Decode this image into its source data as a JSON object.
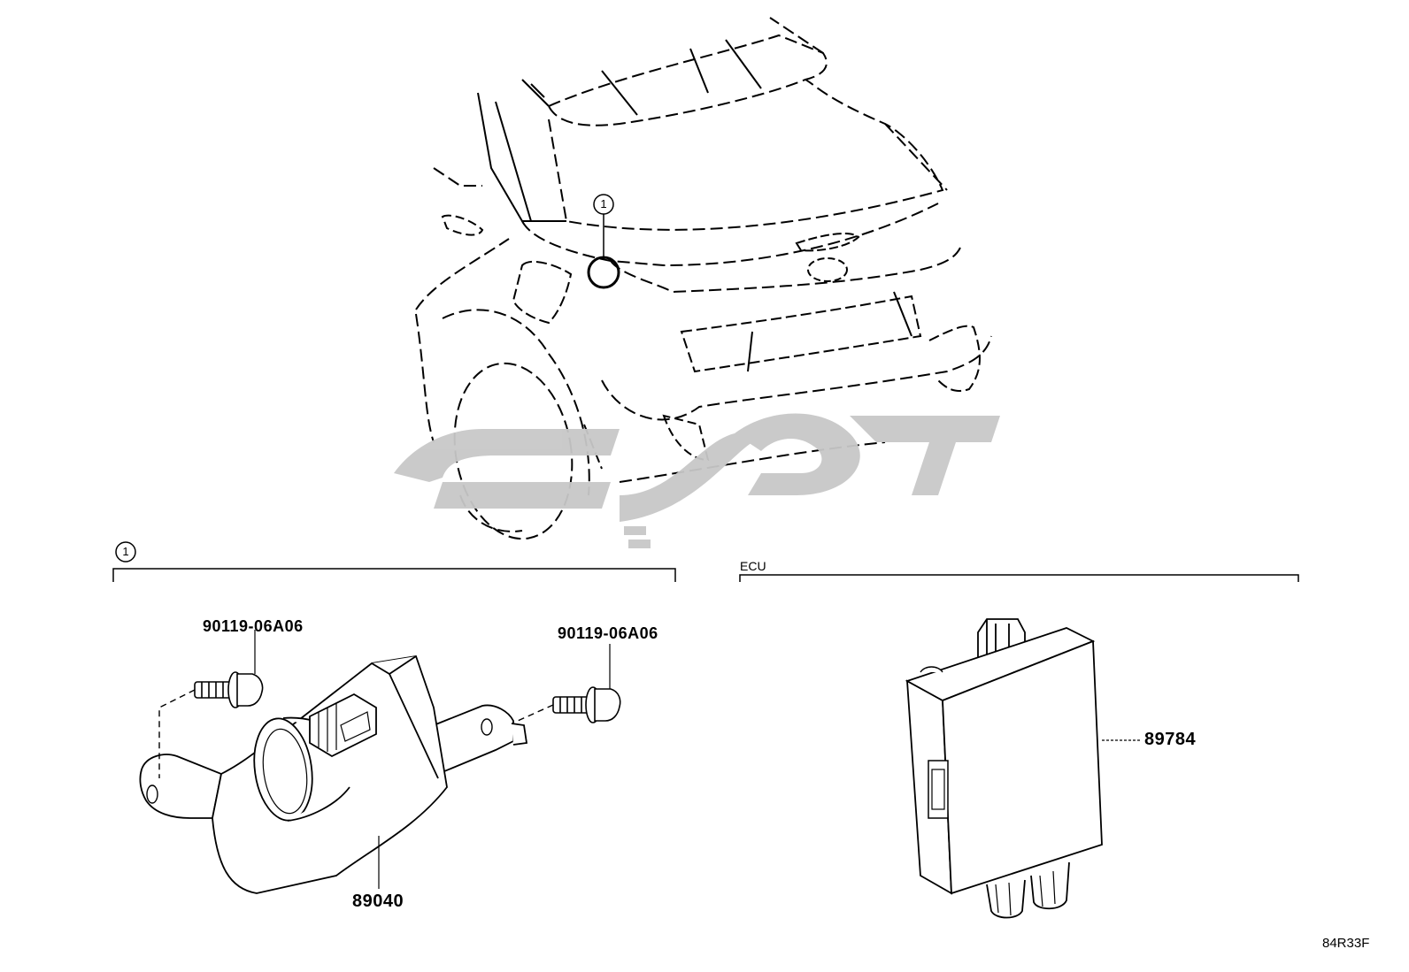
{
  "callouts": {
    "ref_marker": "1",
    "group_left_marker": "1",
    "group_right_label": "ECU"
  },
  "parts": {
    "bolt_left": "90119-06A06",
    "bolt_right": "90119-06A06",
    "sensor_bracket": "89040",
    "ecu": "89784"
  },
  "diagram_code": "84R33F",
  "colors": {
    "line": "#000000",
    "watermark": "#c8c8c8",
    "background": "#ffffff"
  }
}
